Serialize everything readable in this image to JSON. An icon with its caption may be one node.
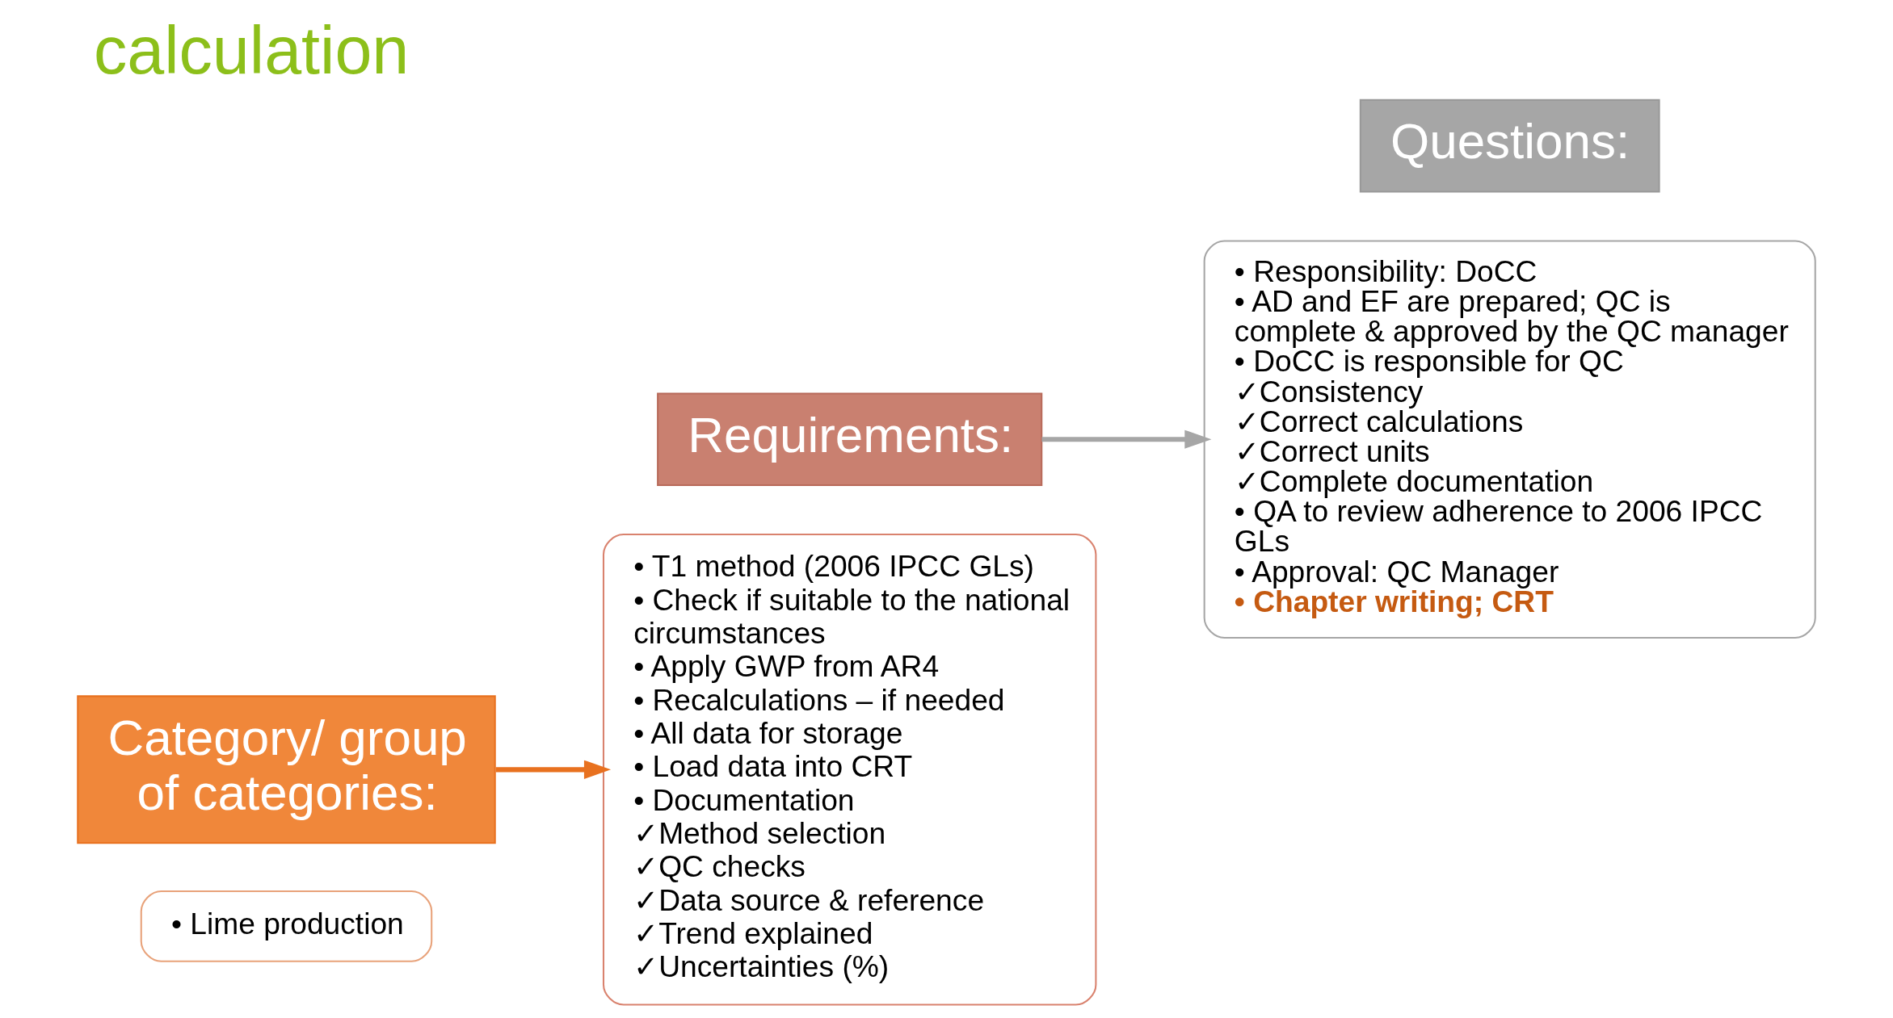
{
  "diagram": {
    "title": "calculation",
    "nodes": [
      {
        "text": [
          "• Lime production"
        ]
      },
      {
        "text": [
          "Category/ group of categories:"
        ]
      },
      {
        "text": [
          "• T1 method (2006 IPCC GLs)",
          "• Check if suitable to the national circumstances",
          "• Apply GWP from AR4",
          "• Recalculations – if needed",
          "• All data for storage",
          "• Load data into CRT",
          "• Documentation",
          "✓Method selection",
          "✓QC checks",
          "✓Data source & reference",
          "✓Trend explained",
          "✓Uncertainties (%)"
        ]
      },
      {
        "text": [
          "Requirements:"
        ]
      },
      {
        "text": [
          "• Responsibility: DoCC",
          "• AD and EF are prepared; QC is complete & approved by the QC manager",
          "• DoCC is responsible for QC",
          "✓Consistency",
          "✓Correct calculations",
          "✓Correct units",
          "✓Complete documentation",
          "• QA to review adherence to 2006 IPCC GLs",
          "• Approval: QC Manager",
          "• Chapter writing; CRT"
        ]
      },
      {
        "text": [
          "Questions:"
        ]
      }
    ],
    "edges": [
      {
        "from": 1,
        "to": 2,
        "arrow": "to",
        "color": "#e8711f"
      },
      {
        "from": 3,
        "to": 4,
        "arrow": "to",
        "color": "#a6a6a6"
      }
    ]
  }
}
